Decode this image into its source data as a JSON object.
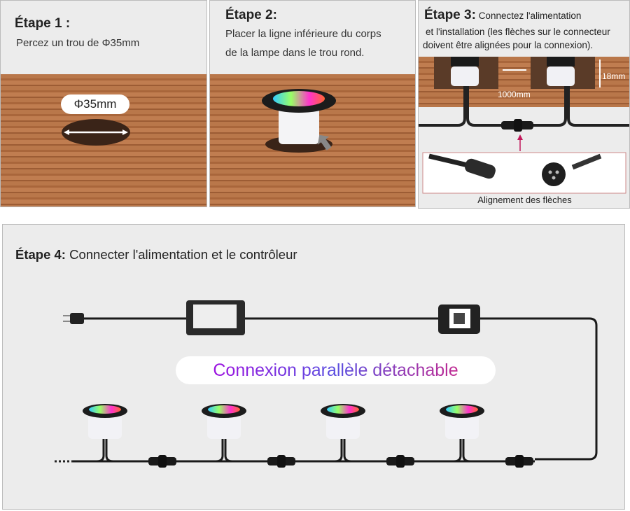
{
  "step1": {
    "title": "Étape 1 :",
    "text": "Percez un trou de Φ35mm",
    "hole_label": "Φ35mm"
  },
  "step2": {
    "title": "Étape 2:",
    "text_line1": "Placer la ligne inférieure du corps",
    "text_line2": "de la lampe dans le trou rond."
  },
  "step3": {
    "title": "Étape 3:",
    "text_line1": "Connectez l'alimentation",
    "text_line2": "et l'installation (les flèches sur le connecteur",
    "text_line3": "doivent être alignées pour la connexion).",
    "spacing_label": "1000mm",
    "height_label": "18mm",
    "connector_caption": "Alignement des flèches"
  },
  "step4": {
    "title": "Étape 4:",
    "text": "Connecter l'alimentation et le contrôleur",
    "banner": "Connexion parallèle détachable",
    "lamp_count": 4
  }
}
